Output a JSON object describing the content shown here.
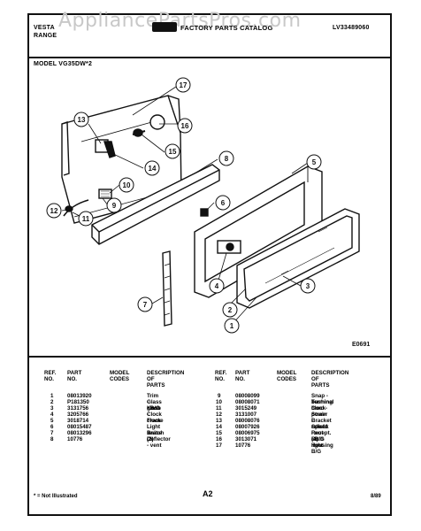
{
  "watermark": "AppliancePartsPros.com",
  "header": {
    "brand_line1": "VESTA",
    "brand_line2": "RANGE",
    "catalog_title": "FACTORY PARTS CATALOG",
    "catalog_no": "LV33489060",
    "model_line": "MODEL VG35DW*2"
  },
  "diagram_code": "E0691",
  "callouts": [
    "17",
    "13",
    "16",
    "15",
    "14",
    "10",
    "9",
    "12",
    "11",
    "8",
    "5",
    "6",
    "4",
    "3",
    "2",
    "1",
    "7"
  ],
  "table_headers": {
    "ref": "REF. NO.",
    "ref_line1": "REF.",
    "ref_line2": "NO.",
    "part_line1": "PART",
    "part_line2": "NO.",
    "model_line1": "MODEL",
    "model_line2": "CODES",
    "desc_line1": "DESCRIPTION",
    "desc_line2": "OF PARTS"
  },
  "parts_left": [
    {
      "ref": "1",
      "part": "08013920",
      "desc": "Trim - glass"
    },
    {
      "ref": "2",
      "part": "P181350",
      "desc": "Glass - B/G"
    },
    {
      "ref": "3",
      "part": "3131756",
      "desc": "Knob - clock"
    },
    {
      "ref": "4",
      "part": "3205766",
      "desc": "Clock"
    },
    {
      "ref": "5",
      "part": "3018714",
      "desc": "Frame"
    },
    {
      "ref": "6",
      "part": "08015487",
      "desc": "Light switch (2)"
    },
    {
      "ref": "7",
      "part": "08013296",
      "desc": "Brace (2)"
    },
    {
      "ref": "8",
      "part": "10776",
      "desc": "Deflector - vent"
    }
  ],
  "parts_right": [
    {
      "ref": "9",
      "part": "08008099",
      "desc": "Snap - bushing"
    },
    {
      "ref": "10",
      "part": "08008071",
      "desc": "Terminal block"
    },
    {
      "ref": "11",
      "part": "3015249",
      "desc": "Cord - power"
    },
    {
      "ref": "12",
      "part": "3131007",
      "desc": "Strain - relief"
    },
    {
      "ref": "13",
      "part": "08008076",
      "desc": "Bracket - clock"
    },
    {
      "ref": "14",
      "part": "08007926",
      "desc": "Speed - nut (4)"
    },
    {
      "ref": "15",
      "part": "08006975",
      "desc": "Recept. - B/G light"
    },
    {
      "ref": "16",
      "part": "3013071",
      "desc": "Bulb"
    },
    {
      "ref": "17",
      "part": "10776",
      "desc": "Housing  B/G"
    }
  ],
  "footer": {
    "note": "* = Not Illustrated",
    "page": "A2",
    "date": "8/89"
  }
}
